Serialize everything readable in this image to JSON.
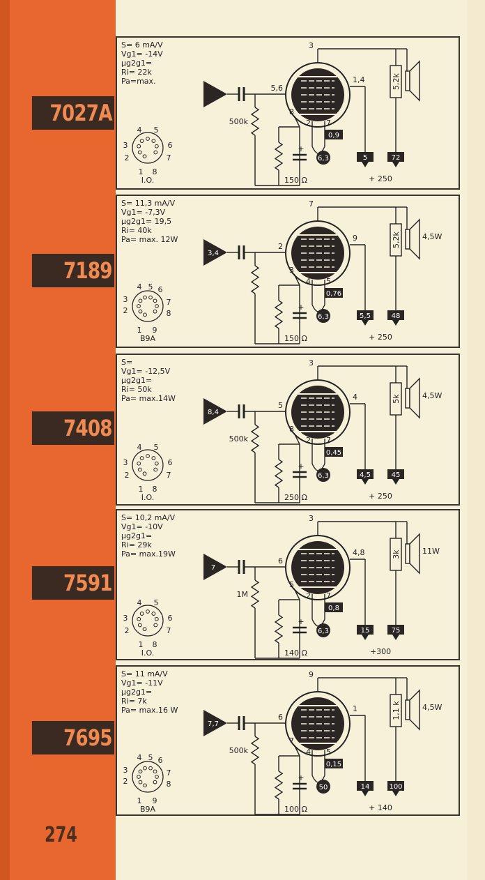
{
  "page_number": "274",
  "tubes": [
    {
      "type": "7027A",
      "params": [
        "S= 6 mA/V",
        "Vg1= -14V",
        "µg2g1=",
        "Ri= 22k",
        "Pa=max."
      ],
      "input_triangle": "",
      "pin_top": "3",
      "pin_grid": "5,6",
      "pin_screen": "1,4",
      "pin_cathode": "8",
      "pin_heater_a": "2",
      "pin_heater_b": "7",
      "heater_current": "0,9",
      "heater_voltage": "6,3",
      "grid_resistor": "500k",
      "cathode_resistor": "150 Ω",
      "load": "5,2k",
      "power": "",
      "current_screen": "5",
      "current_anode": "72",
      "supply": "+ 250",
      "socket": "I.O.",
      "socket_pins": [
        "4",
        "5",
        "3",
        "6",
        "2",
        "7",
        "1",
        "8"
      ]
    },
    {
      "type": "7189",
      "params": [
        "S= 11,3 mA/V",
        "Vg1= -7,3V",
        "µg2g1= 19,5",
        "Ri= 40k",
        "Pa= max. 12W"
      ],
      "input_triangle": "3,4",
      "pin_top": "7",
      "pin_grid": "2",
      "pin_screen": "9",
      "pin_cathode": "3",
      "pin_heater_a": "4",
      "pin_heater_b": "5",
      "heater_current": "0,76",
      "heater_voltage": "6,3",
      "grid_resistor": "",
      "cathode_resistor": "150 Ω",
      "load": "5,2k",
      "power": "4,5W",
      "current_screen": "5,5",
      "current_anode": "48",
      "supply": "+ 250",
      "socket": "B9A",
      "socket_pins": [
        "4",
        "5",
        "6",
        "3",
        "7",
        "2",
        "8",
        "1",
        "9"
      ]
    },
    {
      "type": "7408",
      "params": [
        "S=",
        "Vg1= -12,5V",
        "µg2g1=",
        "Ri= 50k",
        "Pa= max.14W"
      ],
      "input_triangle": "8,4",
      "pin_top": "3",
      "pin_grid": "5",
      "pin_screen": "4",
      "pin_cathode": "8",
      "pin_heater_a": "2",
      "pin_heater_b": "7",
      "heater_current": "0,45",
      "heater_voltage": "6,3",
      "grid_resistor": "500k",
      "cathode_resistor": "250 Ω",
      "load": "5k",
      "power": "4,5W",
      "current_screen": "4,5",
      "current_anode": "45",
      "supply": "+ 250",
      "socket": "I.O.",
      "socket_pins": [
        "4",
        "5",
        "3",
        "6",
        "2",
        "7",
        "1",
        "8"
      ]
    },
    {
      "type": "7591",
      "params": [
        "S= 10,2 mA/V",
        "Vg1= -10V",
        "µg2g1=",
        "Ri= 29k",
        "Pa= max.19W"
      ],
      "input_triangle": "7",
      "pin_top": "3",
      "pin_grid": "6",
      "pin_screen": "4,8",
      "pin_cathode": "5",
      "pin_heater_a": "2",
      "pin_heater_b": "7",
      "heater_current": "0,8",
      "heater_voltage": "6,3",
      "grid_resistor": "1M",
      "cathode_resistor": "140 Ω",
      "load": "3k",
      "power": "11W",
      "current_screen": "15",
      "current_anode": "75",
      "supply": "+300",
      "socket": "I.O.",
      "socket_pins": [
        "4",
        "5",
        "3",
        "6",
        "2",
        "7",
        "1",
        "8"
      ]
    },
    {
      "type": "7695",
      "params": [
        "S= 11 mA/V",
        "Vg1= -11V",
        "µg2g1=",
        "Ri= 7k",
        "Pa= max.16 W"
      ],
      "input_triangle": "7,7",
      "pin_top": "9",
      "pin_grid": "6",
      "pin_screen": "1",
      "pin_cathode": "7",
      "pin_heater_a": "4",
      "pin_heater_b": "5",
      "heater_current": "0,15",
      "heater_voltage": "50",
      "grid_resistor": "500k",
      "cathode_resistor": "100 Ω",
      "load": "1,1 k",
      "power": "4,5W",
      "current_screen": "14",
      "current_anode": "100",
      "supply": "+ 140",
      "socket": "B9A",
      "socket_pins": [
        "4",
        "5",
        "6",
        "3",
        "7",
        "2",
        "8",
        "1",
        "9"
      ]
    }
  ]
}
